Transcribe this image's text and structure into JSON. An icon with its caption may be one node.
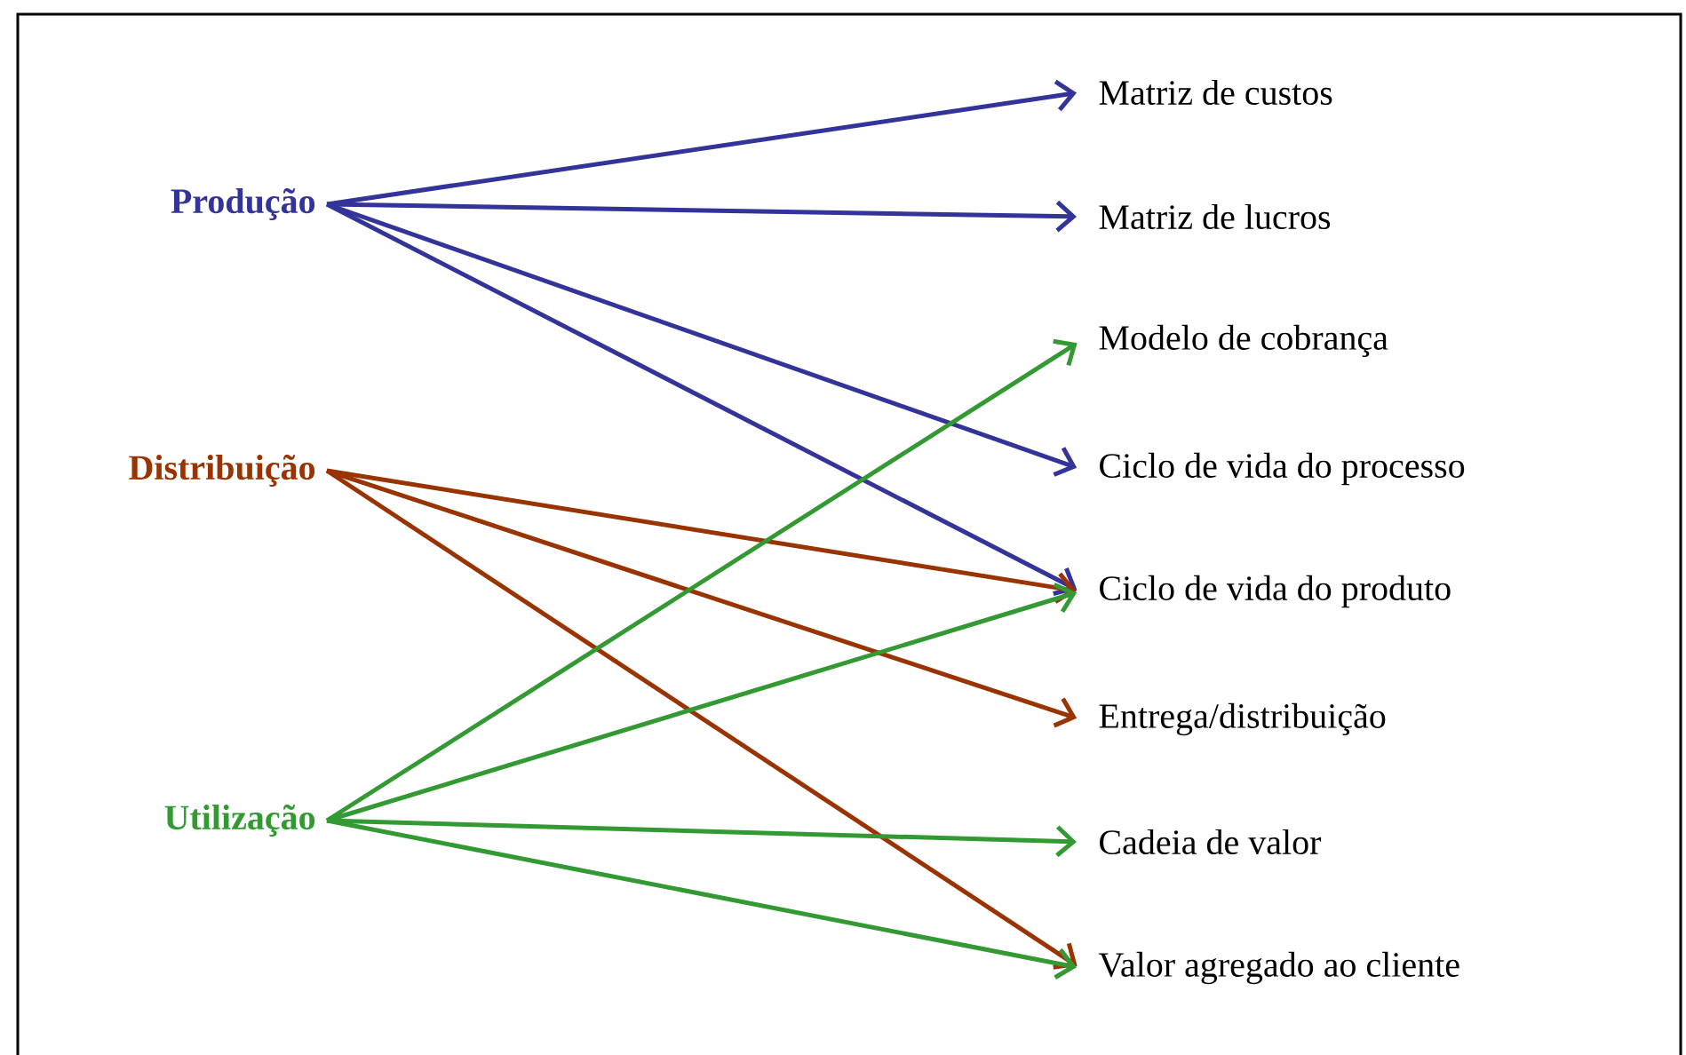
{
  "diagram": {
    "nodes": [
      {
        "text": [
          "Produção"
        ]
      },
      {
        "text": [
          "Distribuição"
        ]
      },
      {
        "text": [
          "Utilização"
        ]
      },
      {
        "text": [
          "Matriz de custos"
        ]
      },
      {
        "text": [
          "Matriz de lucros"
        ]
      },
      {
        "text": [
          "Modelo de cobrança"
        ]
      },
      {
        "text": [
          "Ciclo de vida do processo"
        ]
      },
      {
        "text": [
          "Ciclo de vida do produto"
        ]
      },
      {
        "text": [
          "Entrega/distribuição"
        ]
      },
      {
        "text": [
          "Cadeia de valor"
        ]
      },
      {
        "text": [
          "Valor agregado ao cliente"
        ]
      }
    ],
    "edges": [
      {
        "from": 0,
        "to": 3,
        "arrow": "to",
        "color": "#333399"
      },
      {
        "from": 0,
        "to": 4,
        "arrow": "to",
        "color": "#333399"
      },
      {
        "from": 0,
        "to": 6,
        "arrow": "to",
        "color": "#333399"
      },
      {
        "from": 0,
        "to": 7,
        "arrow": "to",
        "color": "#333399"
      },
      {
        "from": 1,
        "to": 7,
        "arrow": "to",
        "color": "#993300"
      },
      {
        "from": 1,
        "to": 8,
        "arrow": "to",
        "color": "#993300"
      },
      {
        "from": 1,
        "to": 10,
        "arrow": "to",
        "color": "#993300"
      },
      {
        "from": 2,
        "to": 5,
        "arrow": "to",
        "color": "#339933"
      },
      {
        "from": 2,
        "to": 7,
        "arrow": "to",
        "color": "#339933"
      },
      {
        "from": 2,
        "to": 9,
        "arrow": "to",
        "color": "#339933"
      },
      {
        "from": 2,
        "to": 10,
        "arrow": "to",
        "color": "#339933"
      }
    ]
  }
}
